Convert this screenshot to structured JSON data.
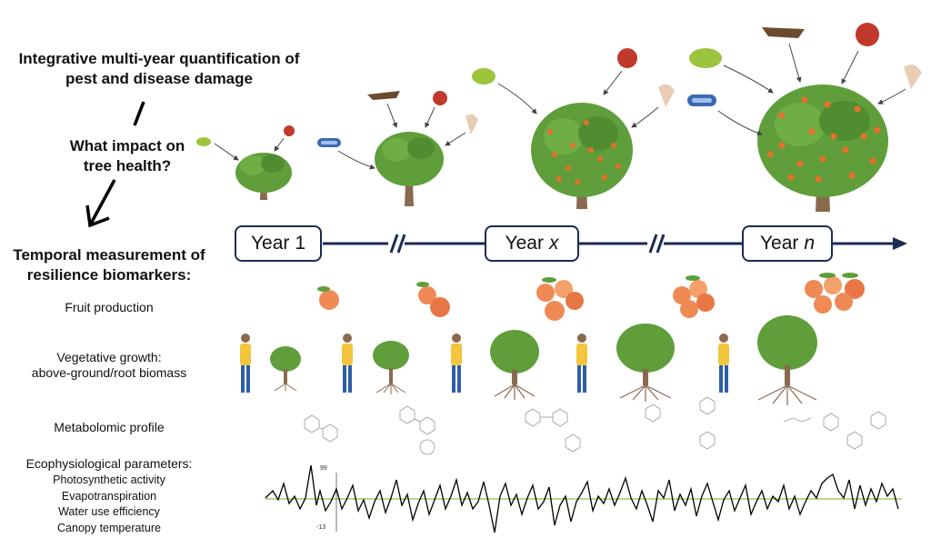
{
  "left_panel": {
    "title_line1": "Integrative multi-year quantification of",
    "title_line2": "pest and disease damage",
    "question_line1": "What impact on",
    "question_line2": "tree health?",
    "measure_line1": "Temporal measurement of",
    "measure_line2": "resilience biomarkers:",
    "fruit_label": "Fruit production",
    "veg_line1": "Vegetative growth:",
    "veg_line2": "above-ground/root biomass",
    "metabolomic_label": "Metabolomic profile",
    "eco_label": "Ecophysiological parameters:",
    "eco_items": [
      "Photosynthetic activity",
      "Evapotranspiration",
      "Water use efficiency",
      "Canopy temperature"
    ]
  },
  "timeline": {
    "years": [
      {
        "label": "Year",
        "suffix": "1",
        "italic": false
      },
      {
        "label": "Year",
        "suffix": "x",
        "italic": true
      },
      {
        "label": "Year",
        "suffix": "n",
        "italic": true
      }
    ],
    "line_color": "#1b2b55"
  },
  "signal": {
    "ymax_label": "99",
    "ymin_label": "-13",
    "line_color": "#000000",
    "baseline_color": "#b6d98a"
  },
  "colors": {
    "leaf": "#5f9e3a",
    "leaf_dark": "#3f7a27",
    "trunk": "#8a6a4f",
    "fruit": "#e8702a",
    "virus": "#c0392b",
    "aphid": "#9cc43f",
    "peach": "#f08a55"
  }
}
